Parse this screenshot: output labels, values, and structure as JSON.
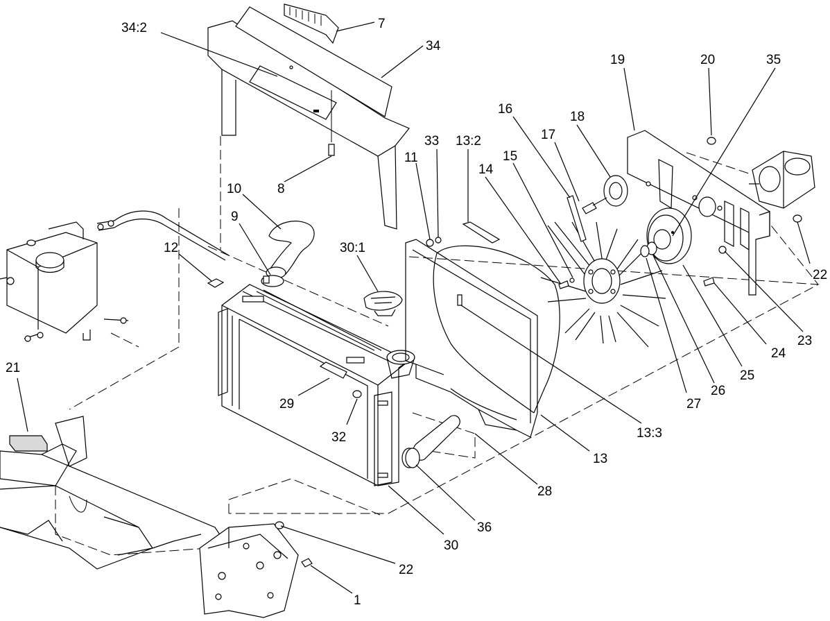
{
  "diagram": {
    "callouts": [
      {
        "id": "c34_2",
        "text": "34:2"
      },
      {
        "id": "c7",
        "text": "7"
      },
      {
        "id": "c34",
        "text": "34"
      },
      {
        "id": "c19",
        "text": "19"
      },
      {
        "id": "c20",
        "text": "20"
      },
      {
        "id": "c35",
        "text": "35"
      },
      {
        "id": "c16",
        "text": "16"
      },
      {
        "id": "c18",
        "text": "18"
      },
      {
        "id": "c17",
        "text": "17"
      },
      {
        "id": "c33",
        "text": "33"
      },
      {
        "id": "c13_2",
        "text": "13:2"
      },
      {
        "id": "c11",
        "text": "11"
      },
      {
        "id": "c15",
        "text": "15"
      },
      {
        "id": "c14",
        "text": "14"
      },
      {
        "id": "c10",
        "text": "10"
      },
      {
        "id": "c8",
        "text": "8"
      },
      {
        "id": "c9",
        "text": "9"
      },
      {
        "id": "c30_1",
        "text": "30:1"
      },
      {
        "id": "c12",
        "text": "12"
      },
      {
        "id": "c22a",
        "text": "22"
      },
      {
        "id": "c23",
        "text": "23"
      },
      {
        "id": "c24",
        "text": "24"
      },
      {
        "id": "c25",
        "text": "25"
      },
      {
        "id": "c26",
        "text": "26"
      },
      {
        "id": "c27",
        "text": "27"
      },
      {
        "id": "c21",
        "text": "21"
      },
      {
        "id": "c29",
        "text": "29"
      },
      {
        "id": "c32",
        "text": "32"
      },
      {
        "id": "c13_3",
        "text": "13:3"
      },
      {
        "id": "c13",
        "text": "13"
      },
      {
        "id": "c28",
        "text": "28"
      },
      {
        "id": "c30",
        "text": "30"
      },
      {
        "id": "c36",
        "text": "36"
      },
      {
        "id": "c22b",
        "text": "22"
      },
      {
        "id": "c1",
        "text": "1"
      }
    ]
  }
}
